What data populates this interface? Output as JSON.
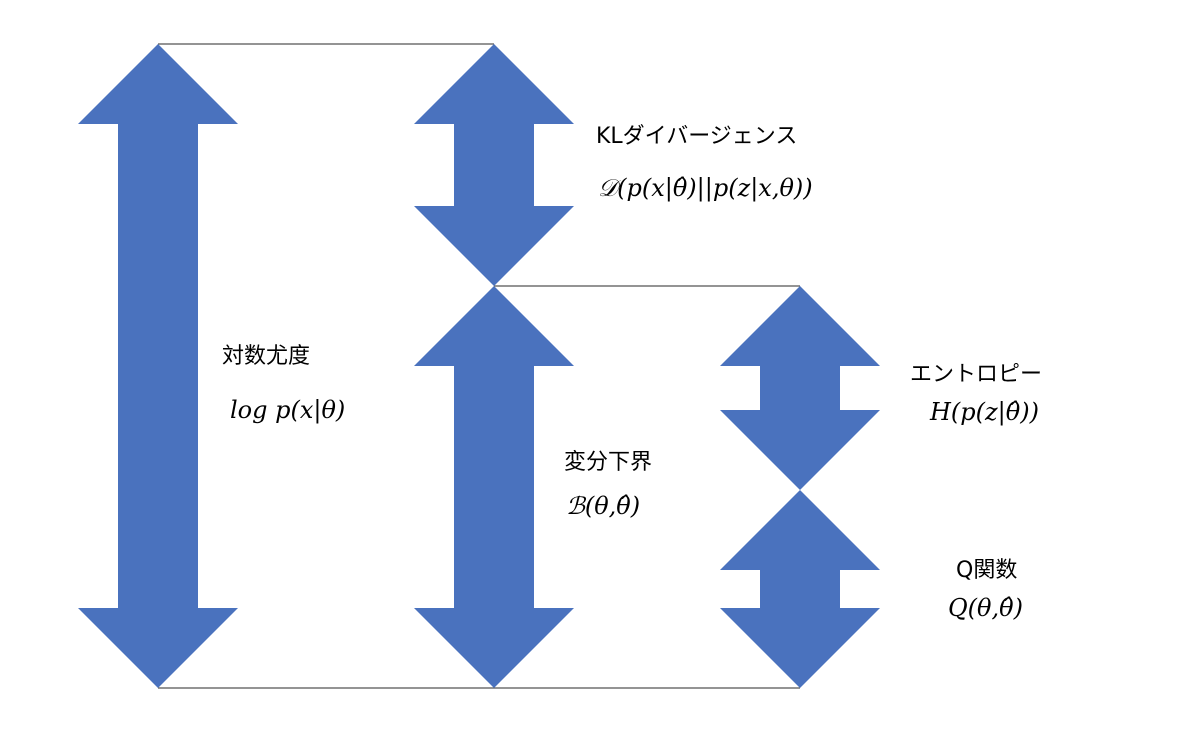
{
  "colors": {
    "arrow_fill": "#4A72BE",
    "frame_stroke": "#555555"
  },
  "labels": {
    "log_likelihood": {
      "name": "対数尤度",
      "formula": "log p(x|θ)"
    },
    "kl_divergence": {
      "name": "KLダイバージェンス",
      "formula": "𝒟(p(x|θ̂)||p(z|x,θ))"
    },
    "variational_lower_bound": {
      "name": "変分下界",
      "formula": "ℬ(θ,θ̂)"
    },
    "entropy": {
      "name": "エントロピー",
      "formula": "H(p(z|θ̂))"
    },
    "q_function": {
      "name": "Q関数",
      "formula": "Q(θ,θ̂)"
    }
  }
}
